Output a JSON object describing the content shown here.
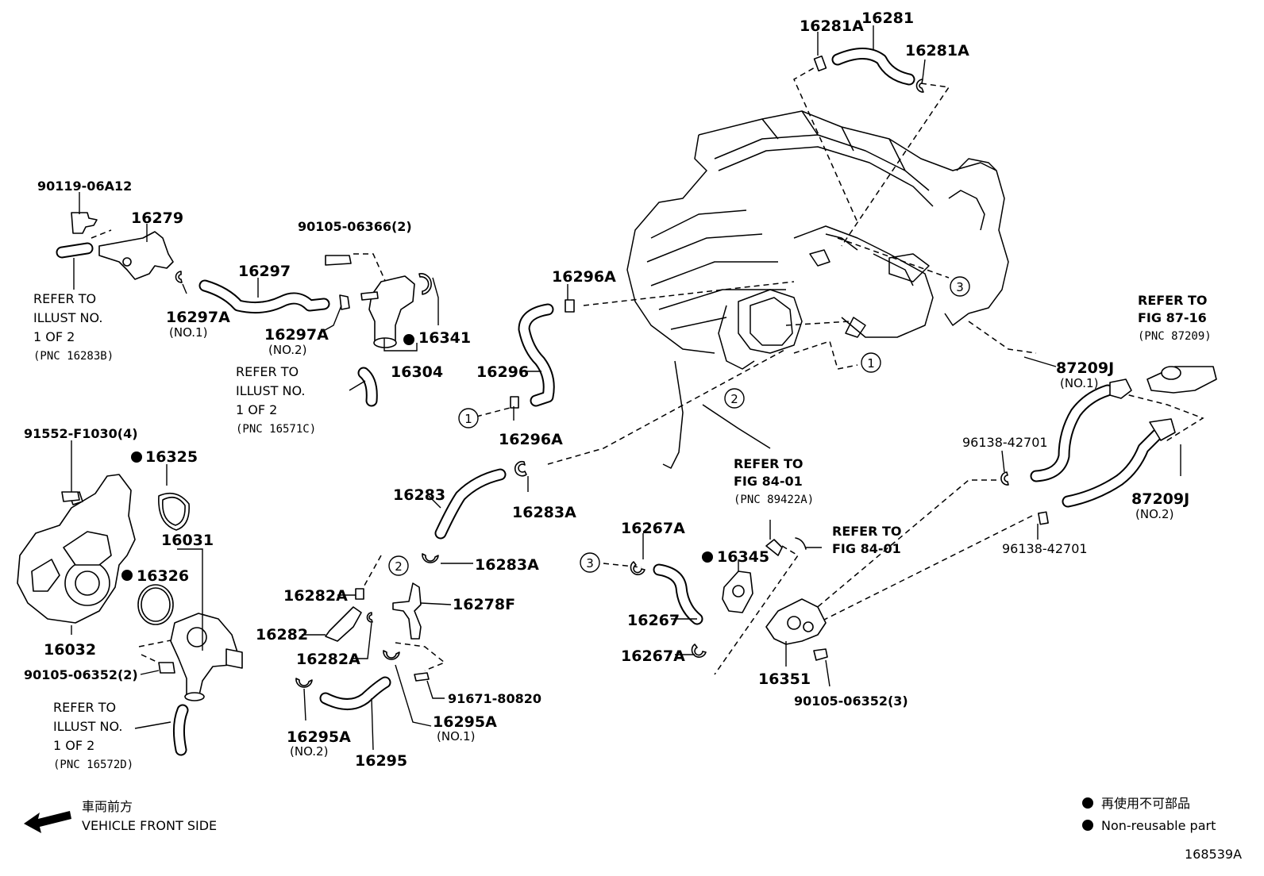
{
  "parts": {
    "p90119": "90119-06A12",
    "p16279": "16279",
    "p16297": "16297",
    "p16297a1": "16297A",
    "p16297a1_sub": "(NO.1)",
    "p16297a2": "16297A",
    "p16297a2_sub": "(NO.2)",
    "p90105_366": "90105-06366(2)",
    "p16341": "16341",
    "p16304": "16304",
    "p16296a_top": "16296A",
    "p16296": "16296",
    "p16296a_bot": "16296A",
    "p16281a_left": "16281A",
    "p16281": "16281",
    "p16281a_right": "16281A",
    "p87209j_1": "87209J",
    "p87209j_1_sub": "(NO.1)",
    "p87209j_2": "87209J",
    "p87209j_2_sub": "(NO.2)",
    "p96138_top": "96138-42701",
    "p96138_bot": "96138-42701",
    "p91552": "91552-F1030(4)",
    "p16325": "16325",
    "p16031": "16031",
    "p16326": "16326",
    "p16032": "16032",
    "p90105_352_2": "90105-06352(2)",
    "p16283": "16283",
    "p16283a_top": "16283A",
    "p16283a_bot": "16283A",
    "p16282a_top": "16282A",
    "p16282": "16282",
    "p16282a_bot": "16282A",
    "p16278f": "16278F",
    "p91671": "91671-80820",
    "p16295a1": "16295A",
    "p16295a1_sub": "(NO.1)",
    "p16295a2": "16295A",
    "p16295a2_sub": "(NO.2)",
    "p16295": "16295",
    "p16267a_top": "16267A",
    "p16267": "16267",
    "p16267a_bot": "16267A",
    "p16345": "16345",
    "p16351": "16351",
    "p90105_352_3": "90105-06352(3)"
  },
  "refs": {
    "r16283b": {
      "l1": "REFER TO",
      "l2": "ILLUST NO.",
      "l3": "1 OF 2",
      "l4": "(PNC 16283B)"
    },
    "r16571c": {
      "l1": "REFER TO",
      "l2": "ILLUST NO.",
      "l3": "1 OF 2",
      "l4": "(PNC 16571C)"
    },
    "r16572d": {
      "l1": "REFER TO",
      "l2": "ILLUST NO.",
      "l3": "1 OF 2",
      "l4": "(PNC 16572D)"
    },
    "r87_16": {
      "l1": "REFER TO",
      "l2": "FIG 87-16",
      "l3": "(PNC 87209)"
    },
    "r84_01a": {
      "l1": "REFER TO",
      "l2": "FIG 84-01",
      "l3": "(PNC 89422A)"
    },
    "r84_01b": {
      "l1": "REFER TO",
      "l2": "FIG 84-01"
    }
  },
  "callouts": {
    "c1": "1",
    "c2": "2",
    "c3": "3"
  },
  "footer": {
    "front_jp": "車両前方",
    "front_en": "VEHICLE FRONT SIDE",
    "legend_jp": "再使用不可部品",
    "legend_en": "Non-reusable part",
    "figure_id": "168539A"
  }
}
